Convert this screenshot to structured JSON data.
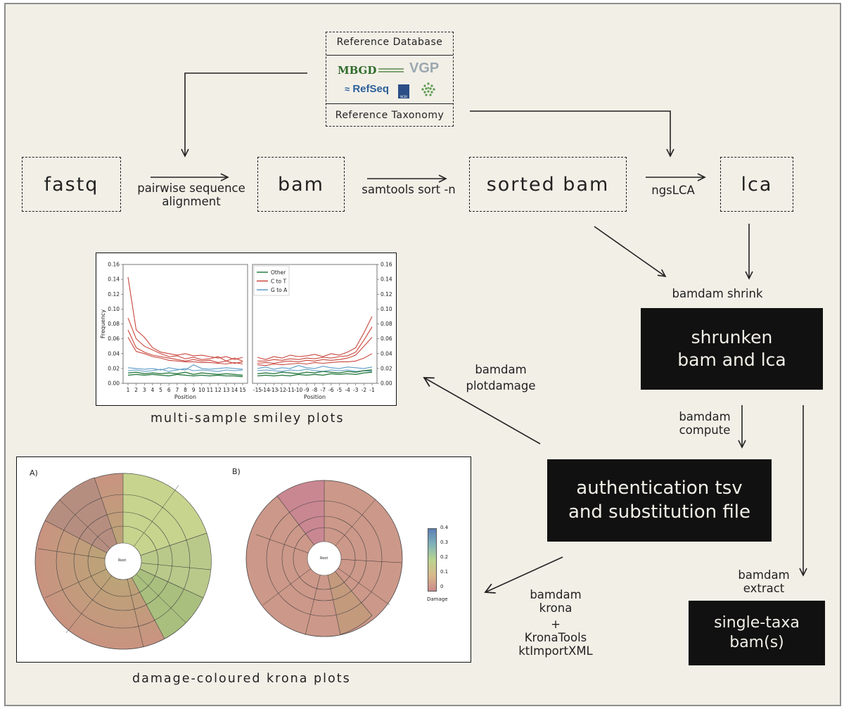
{
  "reference": {
    "database_label": "Reference Database",
    "taxonomy_label": "Reference Taxonomy",
    "logos": {
      "mbgd": "MBGD",
      "vgp": "VGP",
      "refseq": "RefSeq",
      "ncbi": "NCBI"
    }
  },
  "pipeline": {
    "fastq": "fastq",
    "bam": "bam",
    "sorted_bam": "sorted bam",
    "lca": "lca",
    "step_align_line1": "pairwise sequence",
    "step_align_line2": "alignment",
    "step_sort": "samtools sort -n",
    "step_ngslca": "ngsLCA"
  },
  "outputs": {
    "shrink_label": "bamdam shrink",
    "shrunken_line1": "shrunken",
    "shrunken_line2": "bam and lca",
    "compute_line1": "bamdam",
    "compute_line2": "compute",
    "auth_line1": "authentication tsv",
    "auth_line2": "and substitution file",
    "plotdamage_line1": "bamdam",
    "plotdamage_line2": "plotdamage",
    "extract_line1": "bamdam",
    "extract_line2": "extract",
    "single_line1": "single-taxa",
    "single_line2": "bam(s)",
    "krona_line1": "bamdam",
    "krona_line2": "krona",
    "krona_plus": "+",
    "krona_line3": "KronaTools",
    "krona_line4": "ktImportXML"
  },
  "captions": {
    "smiley": "multi-sample smiley plots",
    "krona": "damage-coloured krona plots"
  },
  "colors": {
    "background": "#f2efe7",
    "black_box": "#111111",
    "other": "#2e7d46",
    "c_to_t": "#c9463c",
    "g_to_a": "#5b9bc4"
  },
  "krona": {
    "panel_a": "A)",
    "panel_b": "B)",
    "root": "Root",
    "colorbar_label": "Damage",
    "colorbar_ticks": [
      "0.4",
      "0.3",
      "0.2",
      "0.1",
      "0"
    ]
  },
  "chart_data": {
    "type": "line",
    "ylabel": "Frequency",
    "ylim": [
      0,
      0.16
    ],
    "yticks": [
      "0.00",
      "0.02",
      "0.04",
      "0.06",
      "0.08",
      "0.10",
      "0.12",
      "0.14",
      "0.16"
    ],
    "legend": [
      "Other",
      "C to T",
      "G to A"
    ],
    "panels": [
      {
        "xlabel": "Position",
        "x": [
          "1",
          "2",
          "3",
          "4",
          "5",
          "6",
          "7",
          "8",
          "9",
          "10",
          "11",
          "12",
          "13",
          "14",
          "15"
        ],
        "series": [
          {
            "name": "C to T",
            "values": [
              0.143,
              0.072,
              0.062,
              0.048,
              0.042,
              0.04,
              0.038,
              0.04,
              0.037,
              0.038,
              0.036,
              0.034,
              0.036,
              0.032,
              0.035
            ]
          },
          {
            "name": "C to T",
            "values": [
              0.088,
              0.06,
              0.05,
              0.045,
              0.04,
              0.036,
              0.037,
              0.033,
              0.035,
              0.032,
              0.033,
              0.036,
              0.03,
              0.034,
              0.03
            ]
          },
          {
            "name": "C to T",
            "values": [
              0.072,
              0.048,
              0.042,
              0.038,
              0.036,
              0.034,
              0.032,
              0.03,
              0.032,
              0.03,
              0.031,
              0.028,
              0.03,
              0.027,
              0.029
            ]
          },
          {
            "name": "C to T",
            "values": [
              0.062,
              0.043,
              0.04,
              0.036,
              0.034,
              0.031,
              0.03,
              0.029,
              0.029,
              0.028,
              0.028,
              0.027,
              0.026,
              0.028,
              0.026
            ]
          },
          {
            "name": "G to A",
            "values": [
              0.021,
              0.02,
              0.019,
              0.02,
              0.018,
              0.021,
              0.019,
              0.018,
              0.025,
              0.02,
              0.019,
              0.02,
              0.021,
              0.02,
              0.019
            ]
          },
          {
            "name": "G to A",
            "values": [
              0.017,
              0.018,
              0.016,
              0.017,
              0.019,
              0.016,
              0.018,
              0.02,
              0.017,
              0.018,
              0.017,
              0.016,
              0.018,
              0.017,
              0.018
            ]
          },
          {
            "name": "Other",
            "values": [
              0.014,
              0.015,
              0.013,
              0.014,
              0.013,
              0.014,
              0.013,
              0.015,
              0.012,
              0.014,
              0.013,
              0.012,
              0.013,
              0.012,
              0.011
            ]
          },
          {
            "name": "Other",
            "values": [
              0.011,
              0.012,
              0.011,
              0.012,
              0.011,
              0.01,
              0.012,
              0.011,
              0.01,
              0.011,
              0.01,
              0.011,
              0.01,
              0.01,
              0.009
            ]
          }
        ]
      },
      {
        "xlabel": "Position",
        "x": [
          "-15",
          "-14",
          "-13",
          "-12",
          "-11",
          "-10",
          "-9",
          "-8",
          "-7",
          "-6",
          "-5",
          "-4",
          "-3",
          "-2",
          "-1"
        ],
        "series": [
          {
            "name": "C to T",
            "values": [
              0.035,
              0.032,
              0.036,
              0.034,
              0.038,
              0.036,
              0.037,
              0.039,
              0.036,
              0.04,
              0.038,
              0.042,
              0.048,
              0.068,
              0.09
            ]
          },
          {
            "name": "C to T",
            "values": [
              0.03,
              0.03,
              0.032,
              0.031,
              0.033,
              0.032,
              0.034,
              0.033,
              0.035,
              0.034,
              0.036,
              0.037,
              0.042,
              0.058,
              0.076
            ]
          },
          {
            "name": "C to T",
            "values": [
              0.027,
              0.028,
              0.027,
              0.029,
              0.03,
              0.029,
              0.031,
              0.03,
              0.032,
              0.031,
              0.032,
              0.034,
              0.038,
              0.05,
              0.062
            ]
          },
          {
            "name": "C to T",
            "values": [
              0.025,
              0.024,
              0.026,
              0.025,
              0.026,
              0.027,
              0.026,
              0.028,
              0.027,
              0.028,
              0.029,
              0.029,
              0.03,
              0.034,
              0.04
            ]
          },
          {
            "name": "G to A",
            "values": [
              0.02,
              0.022,
              0.019,
              0.021,
              0.02,
              0.024,
              0.021,
              0.02,
              0.023,
              0.021,
              0.02,
              0.022,
              0.021,
              0.02,
              0.022
            ]
          },
          {
            "name": "G to A",
            "values": [
              0.017,
              0.018,
              0.017,
              0.016,
              0.018,
              0.017,
              0.019,
              0.017,
              0.016,
              0.018,
              0.017,
              0.018,
              0.016,
              0.017,
              0.016
            ]
          },
          {
            "name": "Other",
            "values": [
              0.013,
              0.014,
              0.013,
              0.015,
              0.014,
              0.013,
              0.015,
              0.014,
              0.016,
              0.015,
              0.014,
              0.016,
              0.015,
              0.017,
              0.018
            ]
          },
          {
            "name": "Other",
            "values": [
              0.01,
              0.011,
              0.01,
              0.011,
              0.01,
              0.012,
              0.011,
              0.012,
              0.011,
              0.013,
              0.012,
              0.013,
              0.012,
              0.014,
              0.015
            ]
          }
        ]
      }
    ]
  }
}
